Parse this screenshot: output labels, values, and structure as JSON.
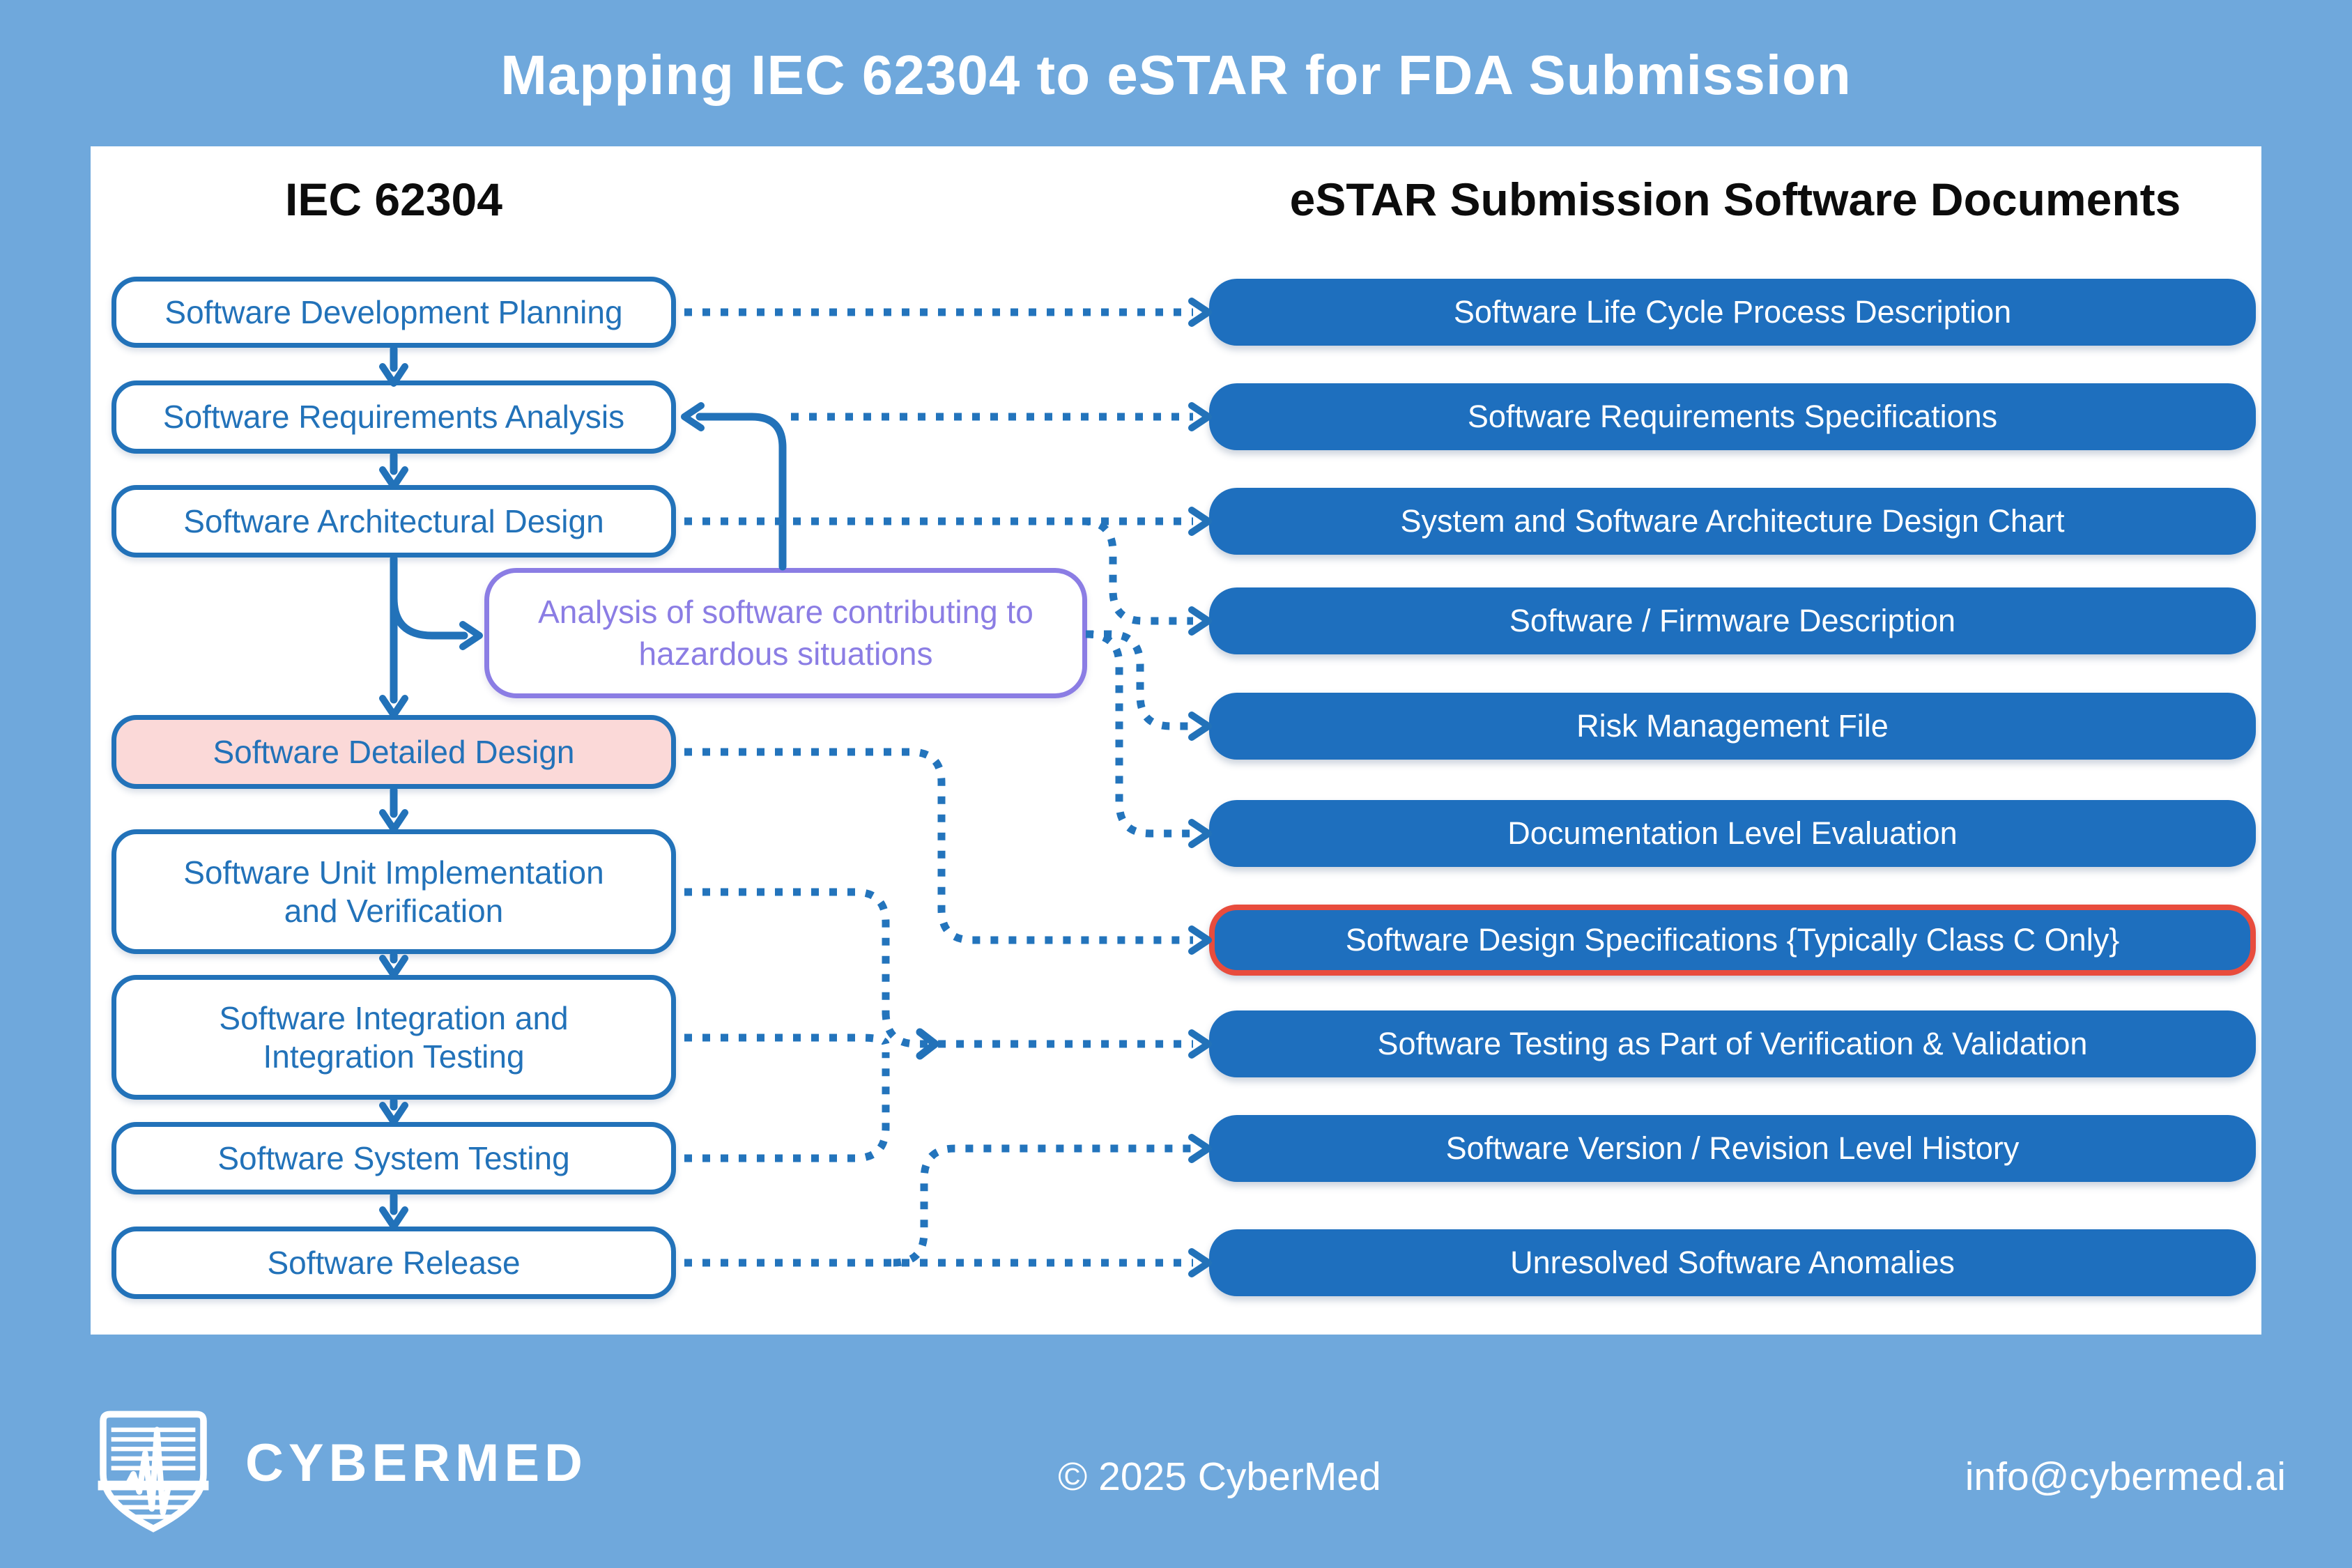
{
  "title": "Mapping IEC 62304 to eSTAR for FDA Submission",
  "left_column": {
    "header": "IEC 62304",
    "boxes": [
      {
        "label": "Software Development Planning",
        "variant": "outline"
      },
      {
        "label": "Software Requirements Analysis",
        "variant": "outline"
      },
      {
        "label": "Software Architectural Design",
        "variant": "outline"
      },
      {
        "label": "Software Detailed Design",
        "variant": "pink-highlight"
      },
      {
        "label": "Software Unit Implementation and Verification",
        "variant": "outline"
      },
      {
        "label": "Software Integration and Integration Testing",
        "variant": "outline"
      },
      {
        "label": "Software System Testing",
        "variant": "outline"
      },
      {
        "label": "Software Release",
        "variant": "outline"
      }
    ],
    "analysis_box": {
      "label": "Analysis of software contributing to hazardous situations",
      "variant": "purple-outline"
    }
  },
  "right_column": {
    "header": "eSTAR Submission Software Documents",
    "boxes": [
      {
        "label": "Software Life Cycle Process Description"
      },
      {
        "label": "Software Requirements Specifications"
      },
      {
        "label": "System and Software Architecture Design Chart"
      },
      {
        "label": "Software / Firmware Description"
      },
      {
        "label": "Risk Management File"
      },
      {
        "label": "Documentation Level Evaluation"
      },
      {
        "label": "Software Design Specifications {Typically Class C Only}",
        "highlight": "red-border"
      },
      {
        "label": "Software Testing as Part of Verification & Validation"
      },
      {
        "label": "Software Version / Revision Level History"
      },
      {
        "label": "Unresolved Software Anomalies"
      }
    ]
  },
  "edges": [
    {
      "from": "Software Development Planning",
      "to": "Software Life Cycle Process Description",
      "style": "dotted"
    },
    {
      "from": "Software Requirements Analysis",
      "to": "Software Requirements Specifications",
      "style": "dotted"
    },
    {
      "from": "Software Architectural Design",
      "to": "System and Software Architecture Design Chart",
      "style": "dotted"
    },
    {
      "from": "Software Architectural Design",
      "to": "Software / Firmware Description",
      "style": "dotted"
    },
    {
      "from": "Analysis of software contributing to hazardous situations",
      "to": "Risk Management File",
      "style": "dotted"
    },
    {
      "from": "Analysis of software contributing to hazardous situations",
      "to": "Documentation Level Evaluation",
      "style": "dotted"
    },
    {
      "from": "Analysis of software contributing to hazardous situations",
      "to": "Software Requirements Analysis",
      "style": "solid"
    },
    {
      "from": "Software Detailed Design",
      "to": "Software Design Specifications {Typically Class C Only}",
      "style": "dotted"
    },
    {
      "from": "Software Unit Implementation and Verification",
      "to": "Software Testing as Part of Verification & Validation",
      "style": "dotted"
    },
    {
      "from": "Software Integration and Integration Testing",
      "to": "Software Testing as Part of Verification & Validation",
      "style": "dotted"
    },
    {
      "from": "Software System Testing",
      "to": "Software Testing as Part of Verification & Validation",
      "style": "dotted"
    },
    {
      "from": "Software Release",
      "to": "Software Version / Revision Level History",
      "style": "dotted"
    },
    {
      "from": "Software Release",
      "to": "Unresolved Software Anomalies",
      "style": "dotted"
    },
    {
      "from": "Software Development Planning",
      "to": "Software Requirements Analysis",
      "style": "solid"
    },
    {
      "from": "Software Requirements Analysis",
      "to": "Software Architectural Design",
      "style": "solid"
    },
    {
      "from": "Software Architectural Design",
      "to": "Software Detailed Design",
      "style": "solid"
    },
    {
      "from": "Software Architectural Design",
      "to": "Analysis of software contributing to hazardous situations",
      "style": "solid"
    },
    {
      "from": "Software Detailed Design",
      "to": "Software Unit Implementation and Verification",
      "style": "solid"
    },
    {
      "from": "Software Unit Implementation and Verification",
      "to": "Software Integration and Integration Testing",
      "style": "solid"
    },
    {
      "from": "Software Integration and Integration Testing",
      "to": "Software System Testing",
      "style": "solid"
    },
    {
      "from": "Software System Testing",
      "to": "Software Release",
      "style": "solid"
    }
  ],
  "footer": {
    "brand": "CYBERMED",
    "copyright": "© 2025 CyberMed",
    "email": "info@cybermed.ai",
    "logo_icon": "shield-ekg-icon"
  },
  "colors": {
    "background": "#6fa8dc",
    "panel": "#ffffff",
    "primary_blue": "#2272b9",
    "doc_box_fill": "#1e6fbe",
    "purple_accent": "#8b7de4",
    "pink_highlight": "#fbd9d8",
    "red_highlight": "#e84c3d",
    "header_text": "#0c0c0c",
    "white_text": "#ffffff"
  }
}
